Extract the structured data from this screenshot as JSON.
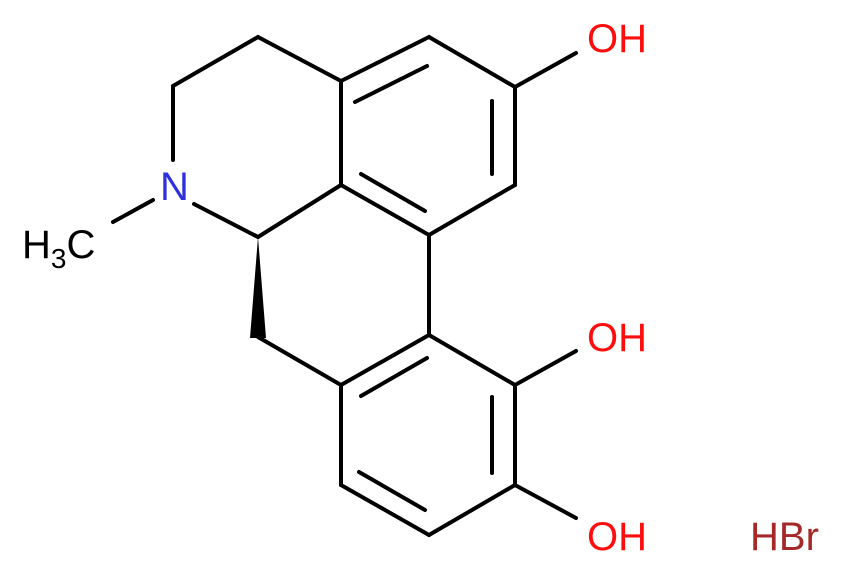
{
  "labels": {
    "oh_top": "OH",
    "oh_mid": "OH",
    "oh_bottom": "OH",
    "nitrogen": "N",
    "methyl_main": "H",
    "methyl_sub": "3",
    "methyl_tail": "C",
    "salt": "HBr"
  },
  "colors": {
    "bond": "#000000",
    "oxygen": "#ff0d0d",
    "nitrogen": "#2f2fdf",
    "bromine": "#a62929",
    "carbon_label": "#000000"
  }
}
